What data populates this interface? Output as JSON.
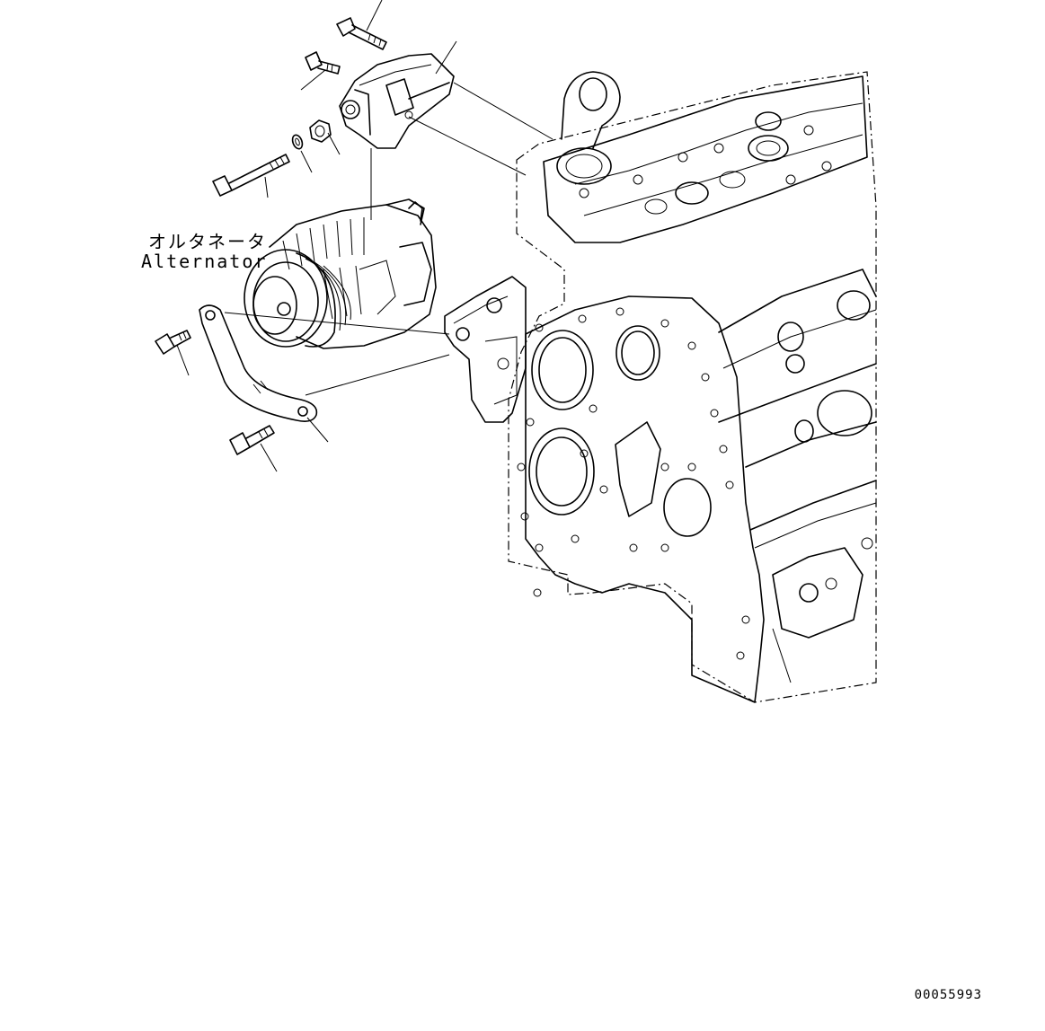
{
  "labels": {
    "alternator_jp": "オルタネータ",
    "alternator_en": "Alternator"
  },
  "figure_number": "00055993"
}
